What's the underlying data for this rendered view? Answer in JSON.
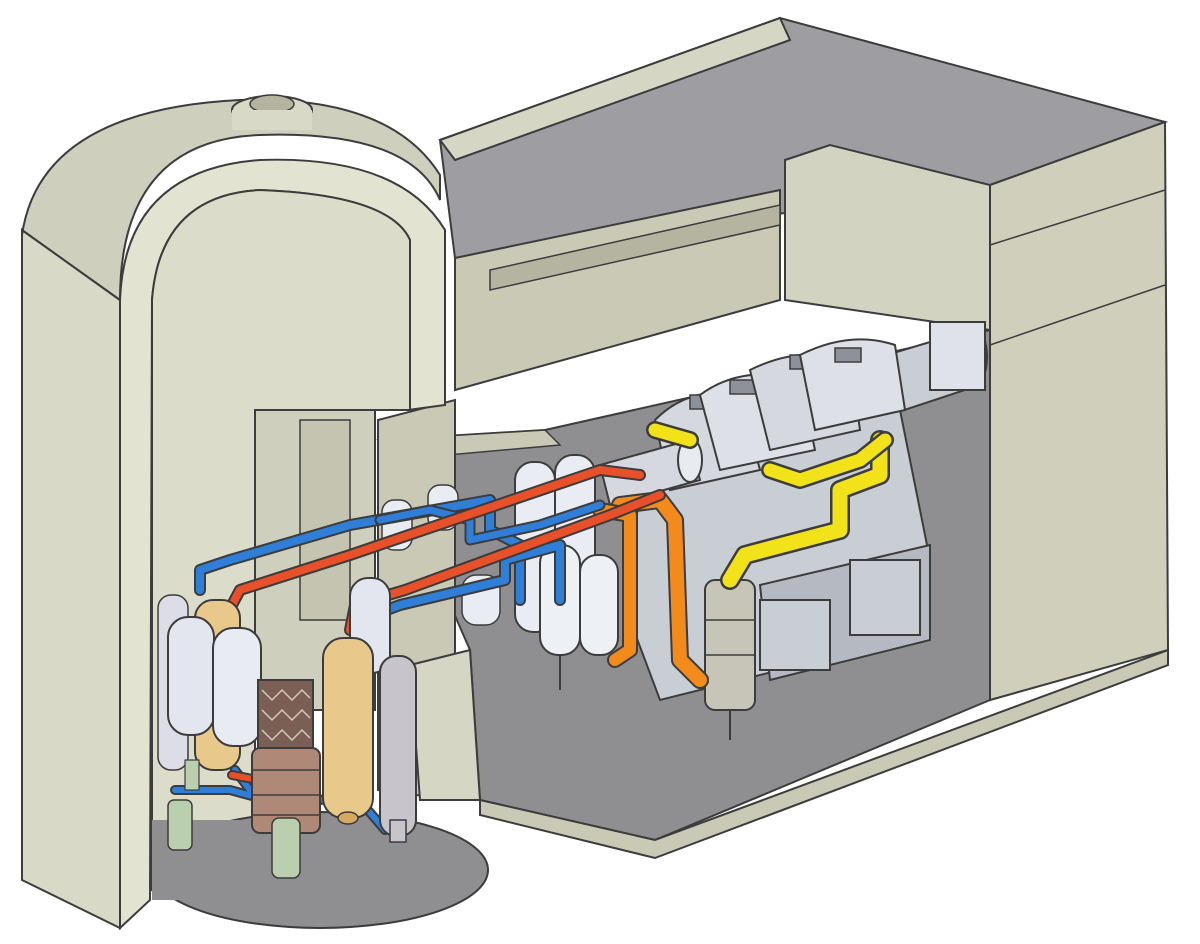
{
  "figure": {
    "kind": "cutaway-3d-illustration",
    "printed_text": []
  },
  "palette": {
    "background": "#ffffff",
    "concrete_light": "#dcdccb",
    "concrete_mid": "#c9c9b6",
    "concrete_dark": "#b4b4a0",
    "floor_gray": "#8f8f92",
    "interior_gray": "#a3a3a6",
    "hot_pipe": "#e8502a",
    "cold_pipe": "#2f7fd8",
    "steam_pipe_orange": "#f28a1c",
    "feed_pipe_yellow": "#f2e21a",
    "vessel_white": "#e9ecf2",
    "vessel_tan": "#e9c88c",
    "vessel_gray": "#c7c4cc",
    "turbine_gray": "#c9cdd4",
    "core_brown": "#b08878",
    "pump_green": "#b9cfae",
    "outline": "#3c3c3c"
  },
  "components": [
    "containment-dome",
    "containment-cylinder",
    "reactor-vessel",
    "steam-generators",
    "pressurizer",
    "reactor-coolant-pumps",
    "turbine-hall",
    "turbine-generator",
    "condenser-train",
    "feedwater-heaters",
    "hot-leg-piping",
    "cold-leg-piping",
    "main-steam-line",
    "feedwater-line"
  ]
}
